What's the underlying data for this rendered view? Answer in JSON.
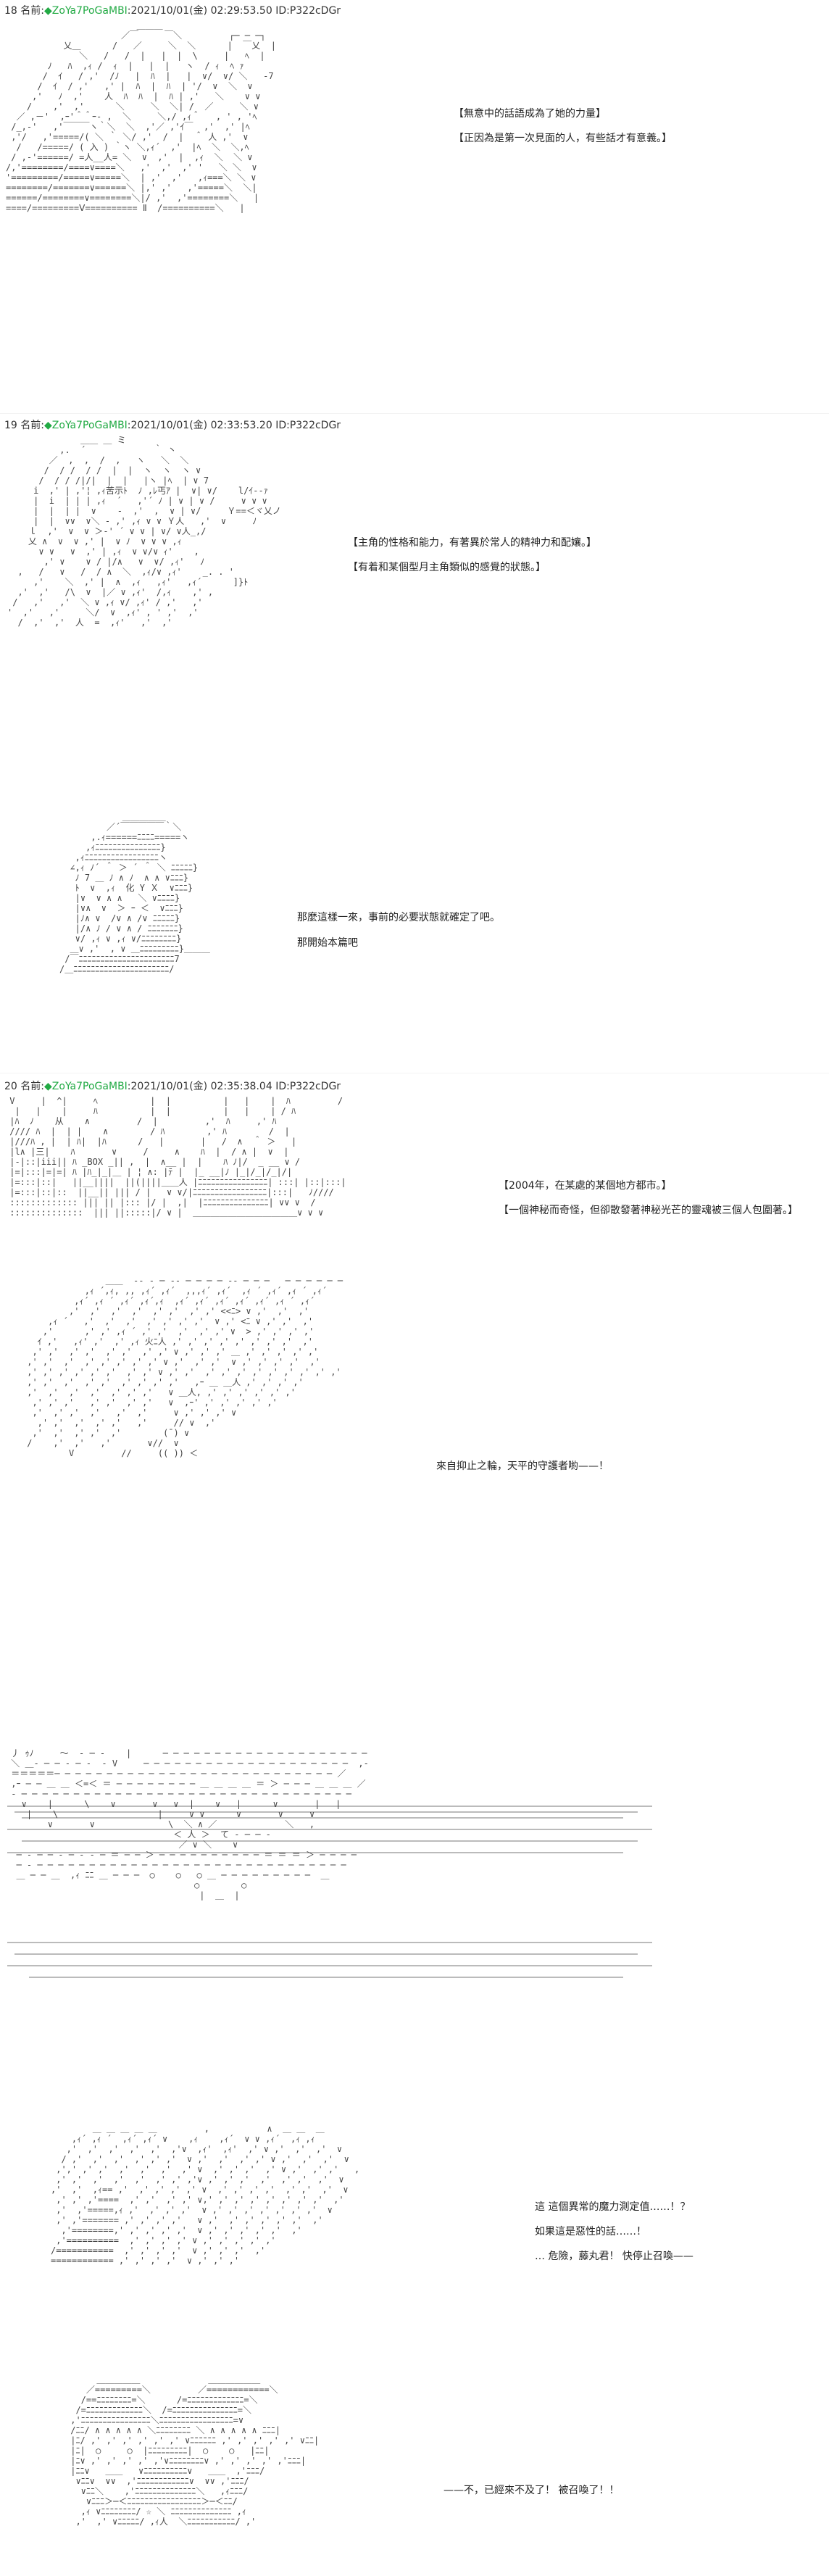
{
  "posts": [
    {
      "header": {
        "num": "18",
        "name": "名前:",
        "star": "◆",
        "trip": "ZoYa7PoGaMBI",
        "datetime": ":2021/10/01(金) 02:29:53.50",
        "id": "ID:P322cDGr"
      },
      "lines": [
        "【無意中的話語成為了她的力量】",
        "【正因為是第一次見面的人，有些話才有意義。】"
      ]
    },
    {
      "header": {
        "num": "19",
        "name": "名前:",
        "star": "◆",
        "trip": "ZoYa7PoGaMBI",
        "datetime": ":2021/10/01(金) 02:33:53.20",
        "id": "ID:P322cDGr"
      },
      "lines": [
        "【主角的性格和能力，有著異於常人的精神力和配孃。】",
        "【有着和某個型月主角類似的感覺的狀態。】"
      ],
      "extra_lines": [
        "那麼這樣一來，事前的必要狀態就確定了吧。",
        "那開始本篇吧"
      ]
    },
    {
      "header": {
        "num": "20",
        "name": "名前:",
        "star": "◆",
        "trip": "ZoYa7PoGaMBI",
        "datetime": ":2021/10/01(金) 02:35:38.04",
        "id": "ID:P322cDGr"
      },
      "lines": [
        "【2004年，在某處的某個地方都市。】",
        "【一個神秘而奇怪，但卻散發著神秘光芒的靈魂被三個人包圍著。】"
      ],
      "aa_label": "BOX",
      "scene2_lines": [
        "來自抑止之輪，天平的守護者喲——！"
      ],
      "scene4_lines": [
        "這 這個異常的魔力測定值……！？",
        "如果這是惡性的話……！",
        "… 危險，藤丸君！ 快停止召喚——"
      ],
      "scene5_lines": [
        "——不，已經來不及了！ 被召喚了！！"
      ]
    }
  ]
}
